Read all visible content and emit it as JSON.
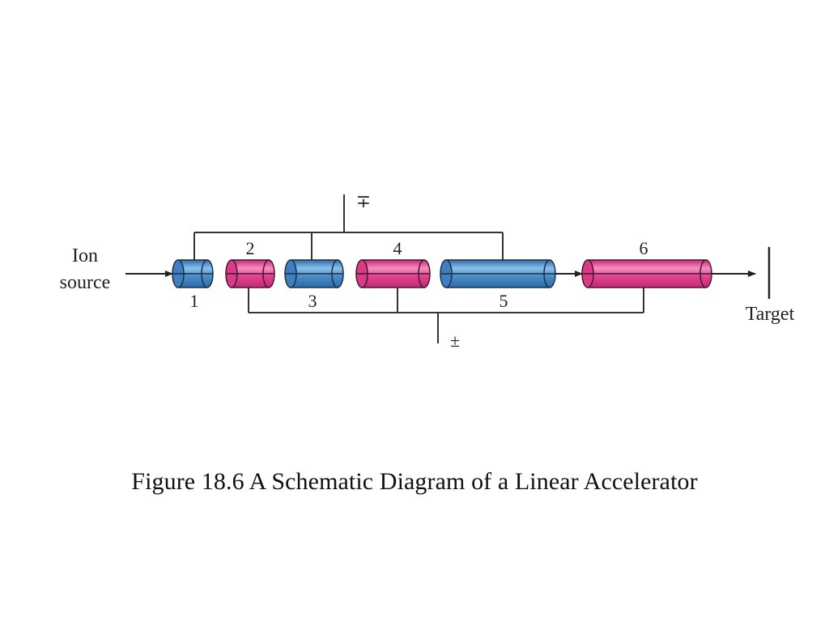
{
  "labels": {
    "source_line1": "Ion",
    "source_line2": "source",
    "target": "Target",
    "top_polarity": "∓",
    "bottom_polarity": "±"
  },
  "tubes": [
    {
      "number": "1",
      "color": "blue"
    },
    {
      "number": "2",
      "color": "pink"
    },
    {
      "number": "3",
      "color": "blue"
    },
    {
      "number": "4",
      "color": "pink"
    },
    {
      "number": "5",
      "color": "blue"
    },
    {
      "number": "6",
      "color": "pink"
    }
  ],
  "colors": {
    "blue": "#4a8cc8",
    "blue_light": "#8cc0ea",
    "blue_dark": "#2b6ba8",
    "pink": "#e0438e",
    "pink_light": "#f58fc0",
    "pink_dark": "#c42a76",
    "wire": "#333333"
  },
  "caption": "Figure 18.6 A Schematic Diagram of a Linear Accelerator"
}
